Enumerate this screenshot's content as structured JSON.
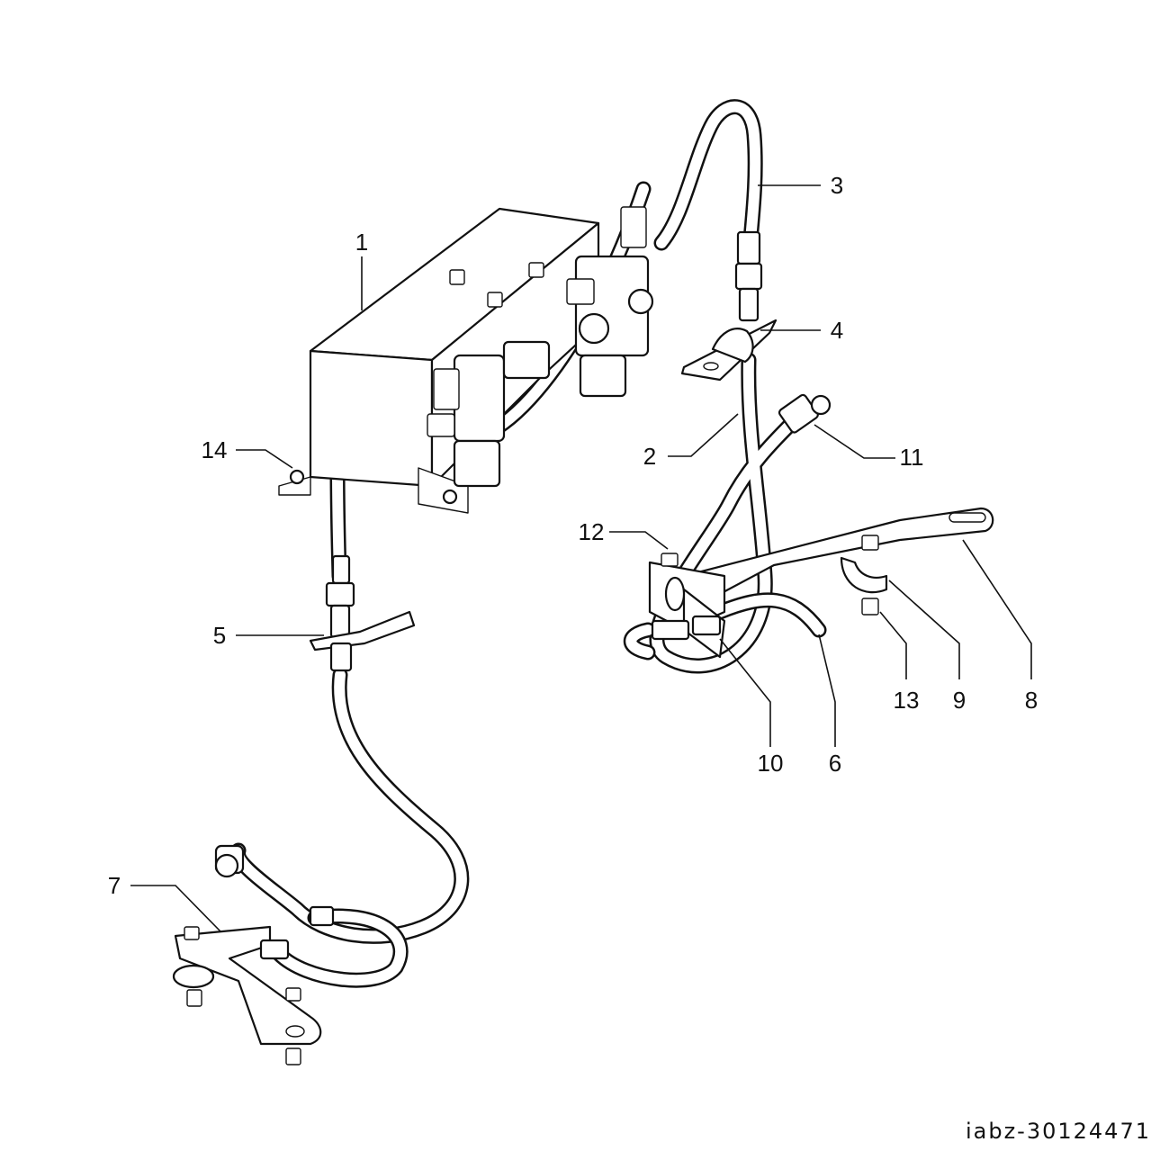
{
  "diagram": {
    "reference_id": "iabz-30124471",
    "callouts": [
      {
        "label": "1"
      },
      {
        "label": "2"
      },
      {
        "label": "3"
      },
      {
        "label": "4"
      },
      {
        "label": "5"
      },
      {
        "label": "6"
      },
      {
        "label": "7"
      },
      {
        "label": "8"
      },
      {
        "label": "9"
      },
      {
        "label": "10"
      },
      {
        "label": "11"
      },
      {
        "label": "12"
      },
      {
        "label": "13"
      },
      {
        "label": "14"
      }
    ]
  }
}
